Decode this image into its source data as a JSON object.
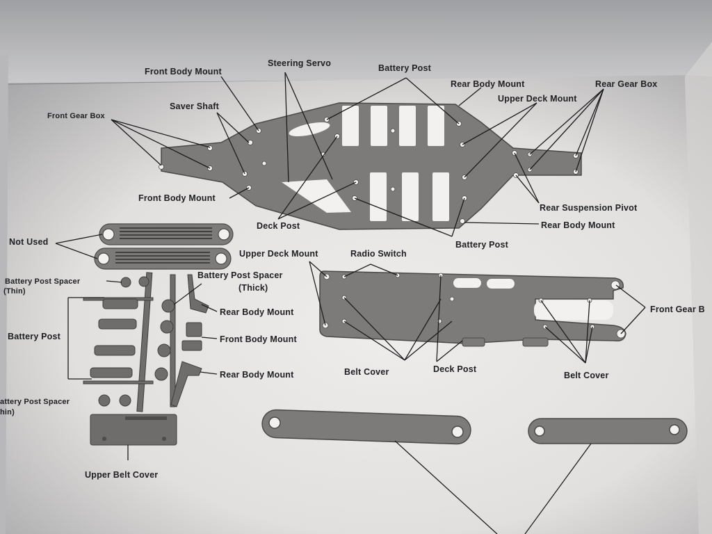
{
  "labels": {
    "front_body_mount_top": "Front Body Mount",
    "steering_servo": "Steering Servo",
    "battery_post_top": "Battery Post",
    "rear_body_mount_top": "Rear Body Mount",
    "upper_deck_mount_top": "Upper Deck Mount",
    "rear_gear_box": "Rear Gear Box",
    "front_gear_box_left": "Front Gear Box",
    "saver_shaft": "Saver Shaft",
    "front_body_mount_mid": "Front Body Mount",
    "deck_post_top": "Deck Post",
    "rear_suspension_pivot": "Rear Suspension Pivot",
    "rear_body_mount_right": "Rear Body Mount",
    "battery_post_mid": "Battery Post",
    "not_used": "Not Used",
    "upper_deck_mount_deck": "Upper Deck Mount",
    "radio_switch": "Radio Switch",
    "battery_post_spacer_thin": "Battery Post Spacer",
    "thin_1": "(Thin)",
    "battery_post_spacer_thick": "Battery Post Spacer",
    "thick": "(Thick)",
    "rear_body_mount_sprue_1": "Rear Body Mount",
    "front_gear_box_right": "Front Gear B",
    "battery_post_left": "Battery Post",
    "front_body_mount_sprue": "Front Body Mount",
    "belt_cover_1": "Belt Cover",
    "deck_post_bottom": "Deck Post",
    "belt_cover_2": "Belt Cover",
    "rear_body_mount_sprue_2": "Rear Body Mount",
    "battery_post_spacer_bottom": "attery Post Spacer",
    "thin_2": "hin)",
    "upper_belt_cover": "Upper Belt Cover"
  },
  "colors": {
    "paper": "#e6e4e2",
    "part_fill": "#7d7b79",
    "part_stroke": "#4a4947",
    "ink": "#202024",
    "background": "#8e8f92"
  }
}
